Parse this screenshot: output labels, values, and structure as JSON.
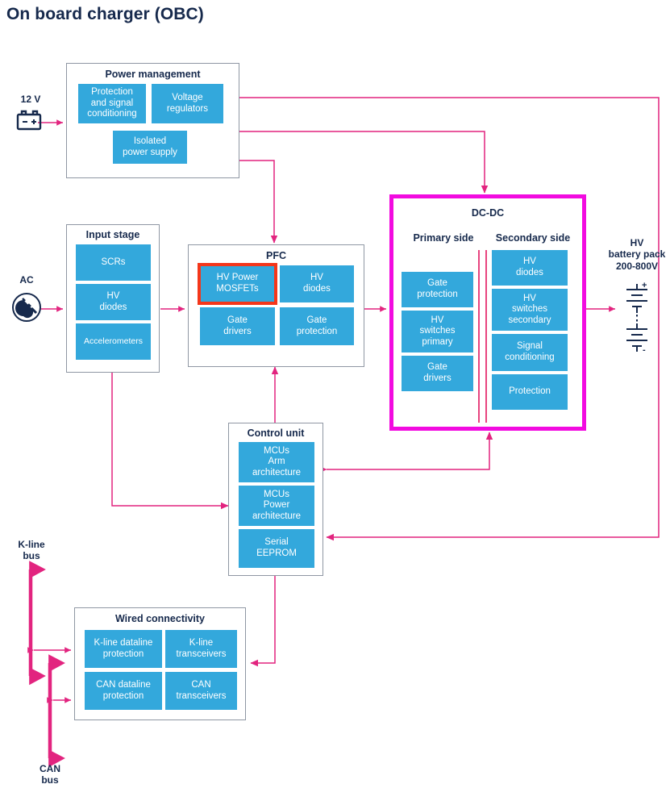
{
  "page": {
    "title": "On board charger (OBC)",
    "accent_blue": "#33a8dc",
    "accent_magenta": "#f20be0",
    "accent_pink": "#e2247f",
    "accent_red": "#f4361a",
    "text_navy": "#16294c",
    "border_gray": "#8f97a3"
  },
  "sources": {
    "low_voltage": {
      "label": "12 V",
      "icon": "battery-12v-icon"
    },
    "ac_input": {
      "label": "AC",
      "icon": "ac-plug-icon"
    },
    "hv_battery": {
      "label": "HV\nbattery pack\n200-800V",
      "line1": "HV",
      "line2": "battery pack",
      "line3": "200-800V",
      "icon": "hv-battery-cells-icon"
    },
    "k_line_bus": {
      "line1": "K-line",
      "line2": "bus"
    },
    "can_bus": {
      "line1": "CAN",
      "line2": "bus"
    }
  },
  "groups": {
    "power_management": {
      "title": "Power management",
      "blocks": [
        {
          "id": "protection-and-signal-conditioning",
          "label": "Protection\nand signal\nconditioning",
          "highlight": false
        },
        {
          "id": "voltage-regulators",
          "label": "Voltage\nregulators",
          "highlight": false
        },
        {
          "id": "isolated-power-supply",
          "label": "Isolated\npower supply",
          "highlight": false
        }
      ]
    },
    "input_stage": {
      "title": "Input stage",
      "blocks": [
        {
          "id": "scrs",
          "label": "SCRs",
          "highlight": false
        },
        {
          "id": "hv-diodes",
          "label": "HV\ndiodes",
          "highlight": false
        },
        {
          "id": "accelerometers",
          "label": "Accelerometers",
          "highlight": false
        }
      ]
    },
    "pfc": {
      "title": "PFC",
      "blocks": [
        {
          "id": "hv-power-mosfets",
          "label": "HV Power\nMOSFETs",
          "highlight": true
        },
        {
          "id": "hv-diodes",
          "label": "HV\ndiodes",
          "highlight": false
        },
        {
          "id": "gate-drivers",
          "label": "Gate\ndrivers",
          "highlight": false
        },
        {
          "id": "gate-protection",
          "label": "Gate\nprotection",
          "highlight": false
        }
      ]
    },
    "dc_dc": {
      "title": "DC-DC",
      "primary_side_title": "Primary side",
      "secondary_side_title": "Secondary side",
      "primary_blocks": [
        {
          "id": "gate-protection",
          "label": "Gate\nprotection",
          "highlight": false
        },
        {
          "id": "hv-switches-primary",
          "label": "HV\nswitches\nprimary",
          "highlight": false
        },
        {
          "id": "gate-drivers",
          "label": "Gate\ndrivers",
          "highlight": false
        }
      ],
      "secondary_blocks": [
        {
          "id": "hv-diodes",
          "label": "HV\ndiodes",
          "highlight": false
        },
        {
          "id": "hv-switches-secondary",
          "label": "HV\nswitches\nsecondary",
          "highlight": false
        },
        {
          "id": "signal-conditioning",
          "label": "Signal\nconditioning",
          "highlight": false
        },
        {
          "id": "protection",
          "label": "Protection",
          "highlight": false
        }
      ]
    },
    "control_unit": {
      "title": "Control unit",
      "blocks": [
        {
          "id": "mcus-arm-architecture",
          "label": "MCUs\nArm\narchitecture",
          "highlight": false
        },
        {
          "id": "mcus-power-architecture",
          "label": "MCUs\nPower\narchitecture",
          "highlight": false
        },
        {
          "id": "serial-eeprom",
          "label": "Serial\nEEPROM",
          "highlight": false
        }
      ]
    },
    "wired_connectivity": {
      "title": "Wired connectivity",
      "blocks": [
        {
          "id": "k-line-dataline-protection",
          "label": "K-line dataline\nprotection",
          "highlight": false
        },
        {
          "id": "k-line-transceivers",
          "label": "K-line\ntransceivers",
          "highlight": false
        },
        {
          "id": "can-dataline-protection",
          "label": "CAN dataline\nprotection",
          "highlight": false
        },
        {
          "id": "can-transceivers",
          "label": "CAN\ntransceivers",
          "highlight": false
        }
      ]
    }
  }
}
